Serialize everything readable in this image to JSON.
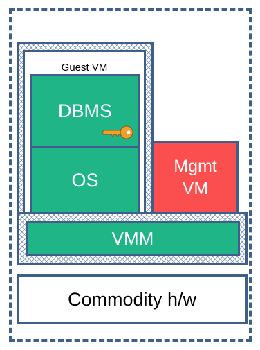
{
  "diagram": {
    "guest_vm_label": "Guest VM",
    "dbms_label": "DBMS",
    "os_label": "OS",
    "mgmt_vm_label_line1": "Mgmt",
    "mgmt_vm_label_line2": "VM",
    "vmm_label": "VMM",
    "hardware_label": "Commodity h/w",
    "key_icon": "key-icon"
  },
  "colors": {
    "outline": "#3e5f8a",
    "green_box": "#1fb587",
    "mgmt_box": "#fb4f4f",
    "key": "#f0a030"
  }
}
